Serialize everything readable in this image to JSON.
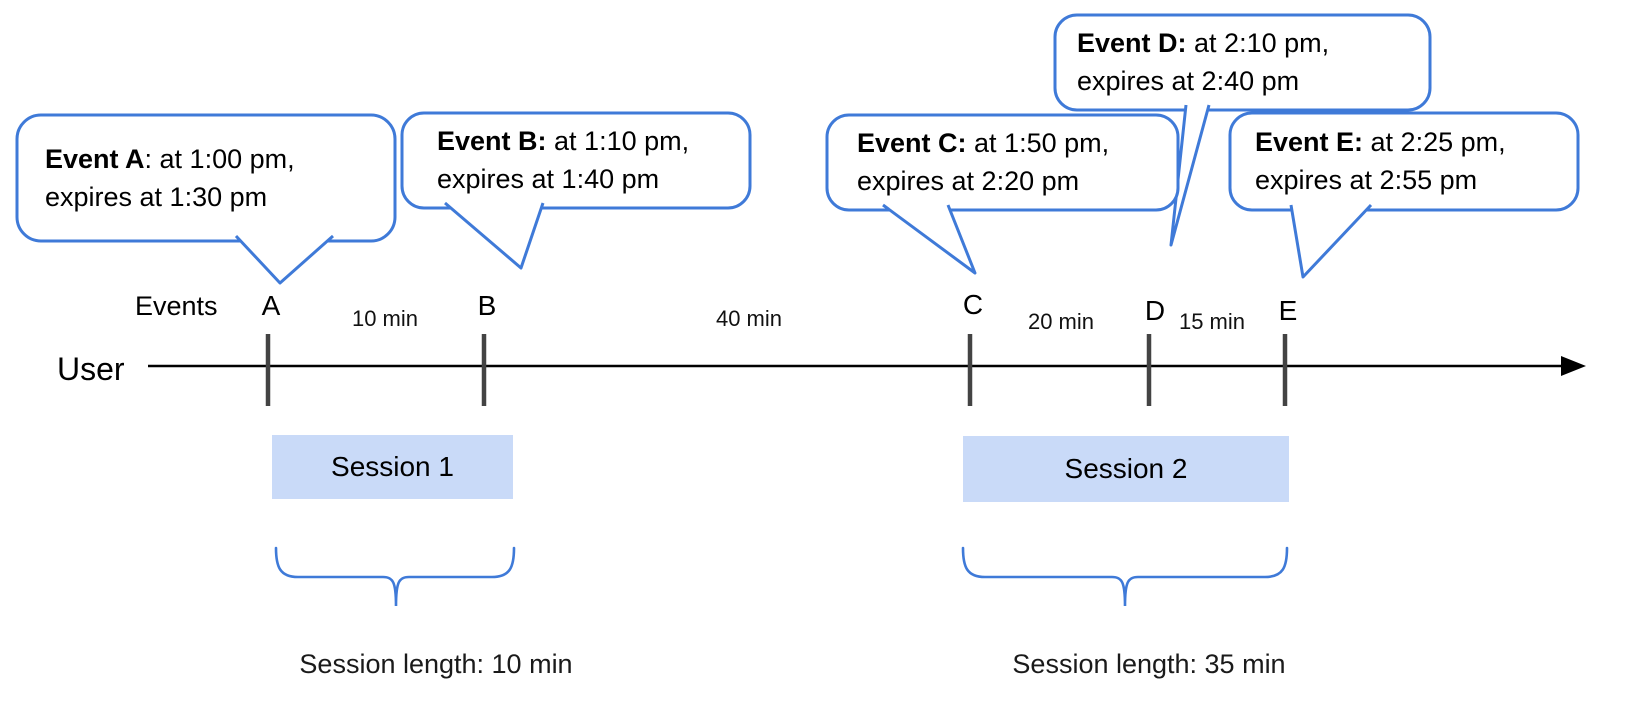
{
  "diagram": {
    "axis": {
      "events_label": "Events",
      "user_label": "User"
    },
    "bubbles": [
      {
        "bold": "Event A",
        "rest": ": at 1:00 pm,",
        "line2": "expires at 1:30 pm"
      },
      {
        "bold": "Event B:",
        "rest": " at 1:10 pm,",
        "line2": "expires at 1:40 pm"
      },
      {
        "bold": "Event C:",
        "rest": " at 1:50 pm,",
        "line2": "expires at 2:20 pm"
      },
      {
        "bold": "Event D:",
        "rest": " at 2:10 pm,",
        "line2": "expires at 2:40 pm"
      },
      {
        "bold": "Event E:",
        "rest": " at 2:25 pm,",
        "line2": "expires at 2:55 pm"
      }
    ],
    "event_marks": [
      "A",
      "B",
      "C",
      "D",
      "E"
    ],
    "intervals": [
      "10 min",
      "40 min",
      "20 min",
      "15 min"
    ],
    "sessions": [
      {
        "label": "Session 1",
        "length_label": "Session length: 10 min"
      },
      {
        "label": "Session 2",
        "length_label": "Session length: 35 min"
      }
    ],
    "colors": {
      "accent_blue": "#3f7ad8",
      "session_fill": "#c9daf8",
      "tick_gray": "#434343",
      "line_black": "#000000"
    }
  }
}
